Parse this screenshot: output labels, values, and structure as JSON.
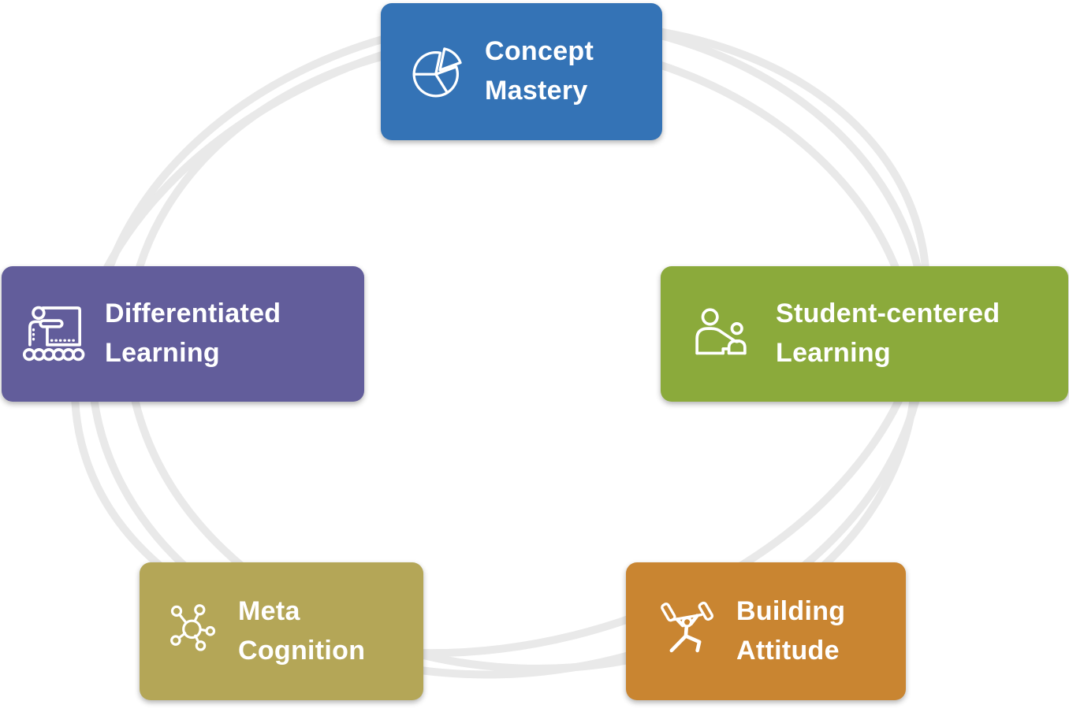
{
  "diagram": {
    "sketch_color": "#e9e9e9",
    "text_color": "#ffffff",
    "nodes": [
      {
        "id": "concept-mastery",
        "icon": "pie-chart-icon",
        "color": "#3473b6",
        "lines": [
          "Concept",
          "Mastery"
        ]
      },
      {
        "id": "differentiated-learning",
        "icon": "presenter-board-icon",
        "color": "#625d9b",
        "lines": [
          "Differentiated",
          "Learning"
        ]
      },
      {
        "id": "student-centered-learning",
        "icon": "teacher-student-icon",
        "color": "#8baa3b",
        "lines": [
          "Student-centered",
          "Learning"
        ]
      },
      {
        "id": "meta-cognition",
        "icon": "network-nodes-icon",
        "color": "#b4a657",
        "lines": [
          "Meta",
          "Cognition"
        ]
      },
      {
        "id": "building-attitude",
        "icon": "weightlifter-icon",
        "color": "#c98531",
        "lines": [
          "Building",
          "Attitude"
        ]
      }
    ]
  }
}
